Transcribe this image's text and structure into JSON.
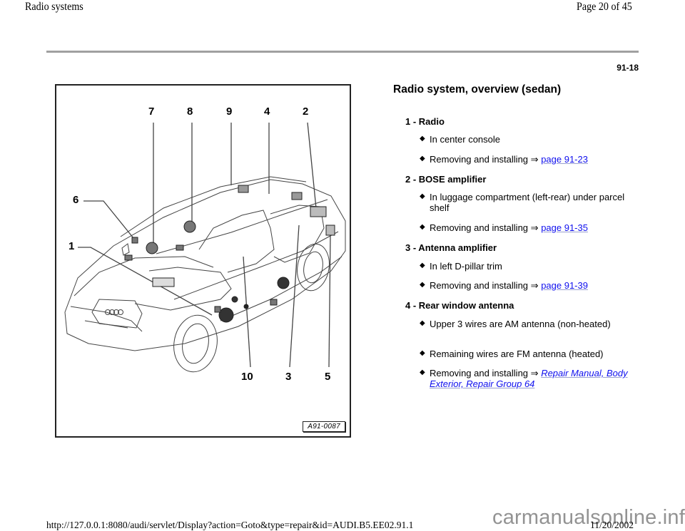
{
  "header": {
    "doc_title": "Radio systems",
    "page_indicator": "Page 20 of 45",
    "section_number": "91-18"
  },
  "figure": {
    "figure_id": "A91-0087",
    "callouts": [
      "7",
      "8",
      "9",
      "4",
      "2",
      "6",
      "1",
      "10",
      "3",
      "5"
    ]
  },
  "content": {
    "heading": "Radio system, overview (sedan)",
    "items": [
      {
        "title": "1 - Radio",
        "bullets": [
          {
            "text": "In center console"
          },
          {
            "text": "Removing and installing",
            "arrow": "⇒",
            "link": "page 91-23"
          }
        ]
      },
      {
        "title": "2 - BOSE amplifier",
        "bullets": [
          {
            "text": "In luggage compartment (left-rear) under parcel shelf"
          },
          {
            "text": "Removing and installing",
            "arrow": "⇒",
            "link": "page 91-35"
          }
        ]
      },
      {
        "title": "3 - Antenna amplifier",
        "bullets": [
          {
            "text": "In left D-pillar trim"
          },
          {
            "text": "Removing and installing",
            "arrow": "⇒",
            "link": "page 91-39"
          }
        ]
      },
      {
        "title": "4 - Rear window antenna",
        "bullets": [
          {
            "text": "Upper 3 wires are AM antenna (non-heated)"
          },
          {
            "text": "Remaining wires are FM antenna (heated)"
          },
          {
            "text": "Removing and installing",
            "arrow": "⇒",
            "link": "Repair Manual, Body Exterior, Repair Group 64"
          }
        ]
      }
    ]
  },
  "footer": {
    "url": "http://127.0.0.1:8080/audi/servlet/Display?action=Goto&type=repair&id=AUDI.B5.EE02.91.1",
    "date": "11/20/2002",
    "watermark": "carmanualsonline.info"
  },
  "colors": {
    "link": "#1010ee",
    "rule": "#a0a0a0",
    "watermark": "#8a8a8a"
  }
}
